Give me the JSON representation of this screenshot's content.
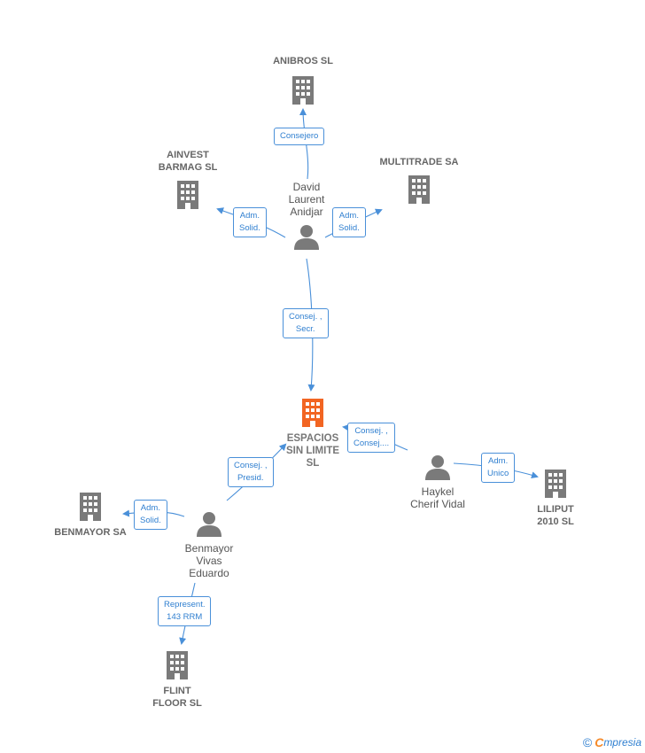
{
  "colors": {
    "edge": "#4a90d9",
    "building": "#7a7a7a",
    "main_building": "#f26522",
    "person": "#7a7a7a",
    "label": "#666666"
  },
  "nodes": {
    "anibros": {
      "label": "ANIBROS SL",
      "icon": "building-icon"
    },
    "ainvest": {
      "label": "AINVEST\nBARMAG  SL",
      "icon": "building-icon"
    },
    "multitrade": {
      "label": "MULTITRADE SA",
      "icon": "building-icon"
    },
    "david": {
      "label": "David\nLaurent\nAnidjar",
      "icon": "person-icon"
    },
    "espacios": {
      "label": "ESPACIOS\nSIN LIMITE\nSL",
      "icon": "building-icon"
    },
    "haykel": {
      "label": "Haykel\nCherif Vidal",
      "icon": "person-icon"
    },
    "liliput": {
      "label": "LILIPUT\n2010 SL",
      "icon": "building-icon"
    },
    "benmayor_sa": {
      "label": "BENMAYOR SA",
      "icon": "building-icon"
    },
    "benmayor_p": {
      "label": "Benmayor\nVivas\nEduardo",
      "icon": "person-icon"
    },
    "flint": {
      "label": "FLINT\nFLOOR  SL",
      "icon": "building-icon"
    }
  },
  "relations": {
    "consejero": "Consejero",
    "adm_solid_ainvest": "Adm.\nSolid.",
    "adm_solid_multi": "Adm.\nSolid.",
    "consej_secr": "Consej. ,\nSecr.",
    "consej_consej": "Consej. ,\nConsej....",
    "adm_unico": "Adm.\nUnico",
    "consej_presid": "Consej. ,\nPresid.",
    "adm_solid_benmayor": "Adm.\nSolid.",
    "represent": "Represent.\n143 RRM"
  },
  "brand": {
    "copyright": "©",
    "initial": "C",
    "name": "mpresia"
  }
}
